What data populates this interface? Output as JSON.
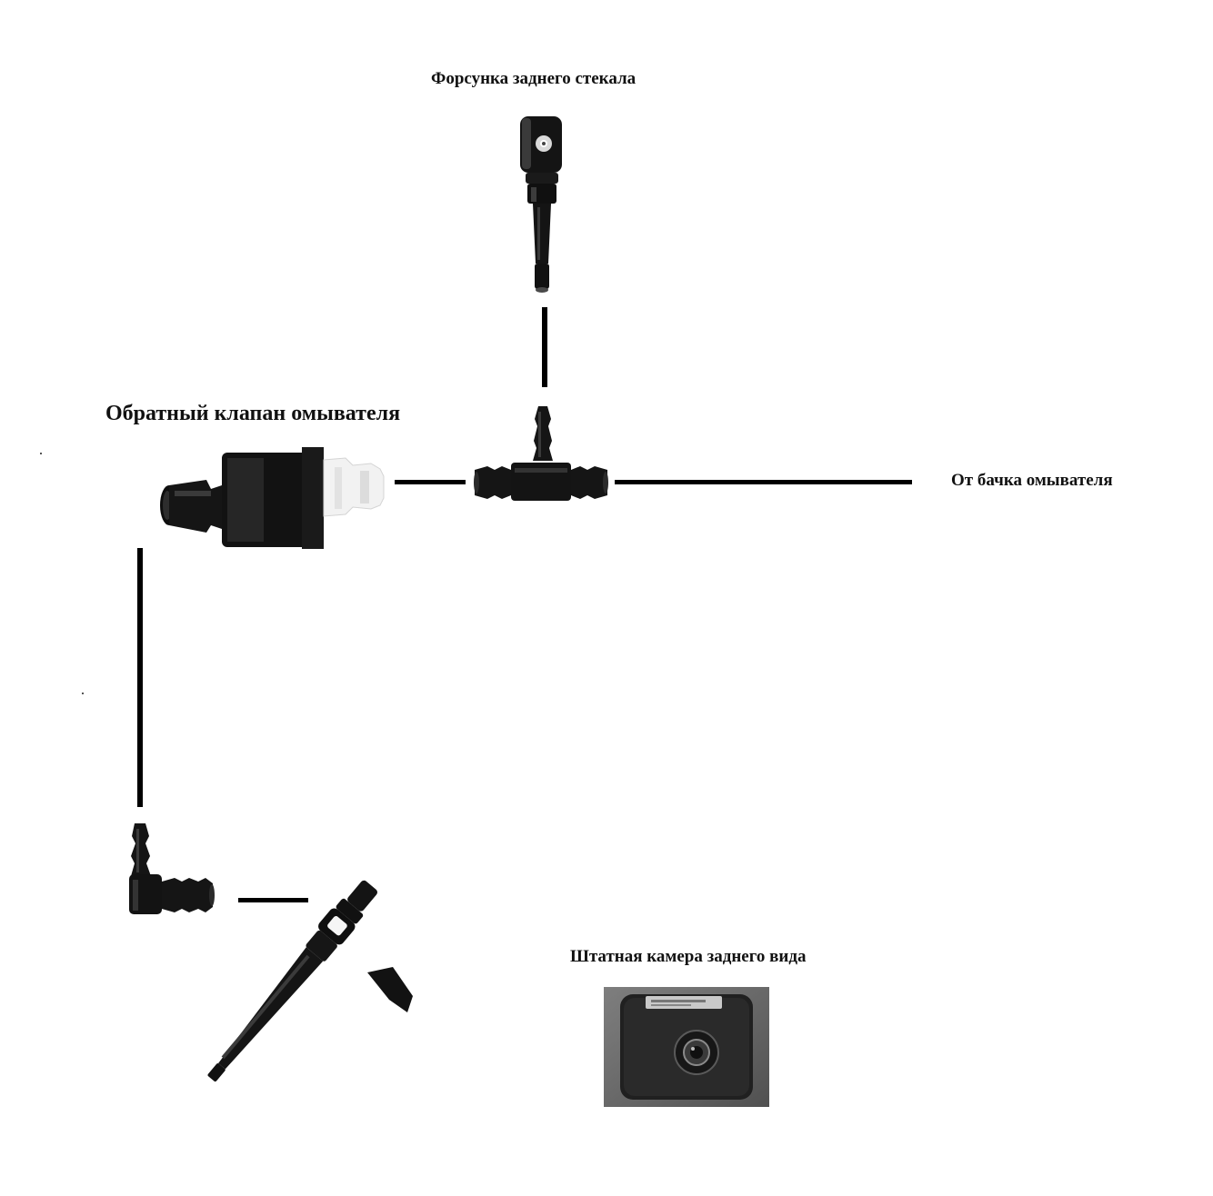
{
  "labels": {
    "nozzle": "Форсунка заднего стекала",
    "check_valve": "Обратный клапан омывателя",
    "from_tank": "От бачка омывателя",
    "camera": "Штатная камера заднего вида"
  },
  "colors": {
    "part_dark": "#141414",
    "part_white": "#f2f2f2",
    "hose": "#000000",
    "camera_bg": "#6f6f6f"
  }
}
